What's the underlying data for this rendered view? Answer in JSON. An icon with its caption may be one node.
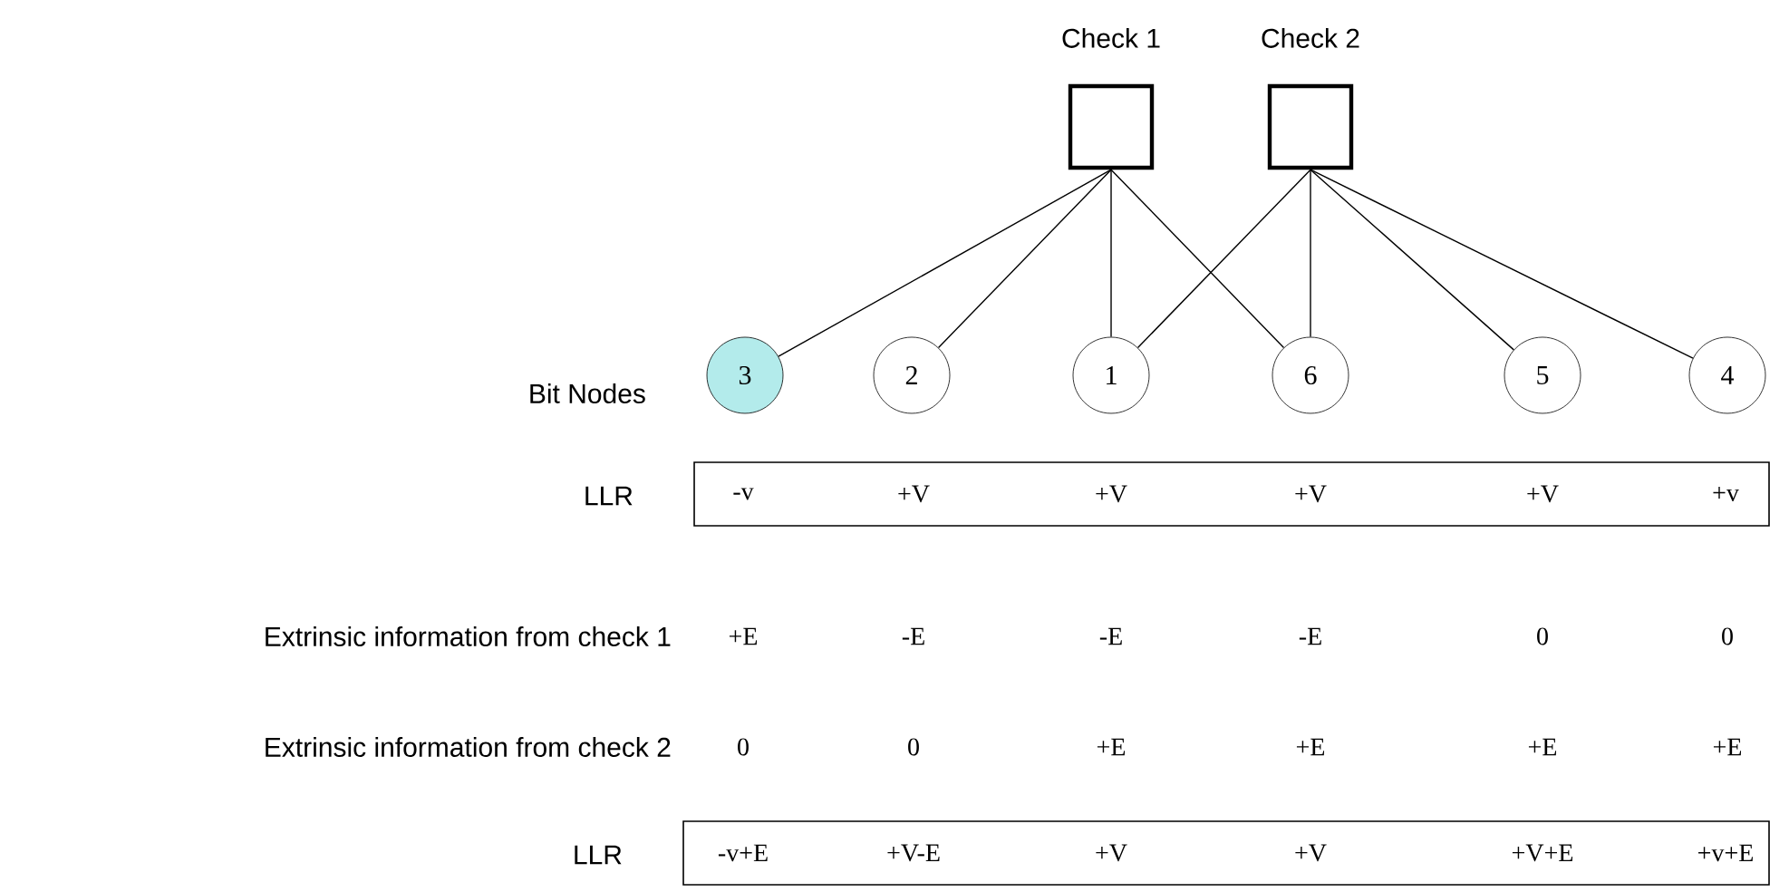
{
  "diagram": {
    "nodes": [
      {
        "text": [
          "Check 1"
        ]
      },
      {
        "text": [
          "Check 2"
        ]
      },
      {
        "text": [
          "3"
        ]
      },
      {
        "text": [
          "2"
        ]
      },
      {
        "text": [
          "1"
        ]
      },
      {
        "text": [
          "6"
        ]
      },
      {
        "text": [
          "5"
        ]
      },
      {
        "text": [
          "4"
        ]
      },
      {
        "text": [
          "-v",
          "+V",
          "+V",
          "+V",
          "+V",
          "+v"
        ],
        "beside": [
          "LLR"
        ]
      },
      {
        "text": [
          "-v+E",
          "+V-E",
          "+V",
          "+V",
          "+V+E",
          "+v+E"
        ],
        "beside": [
          "LLR"
        ]
      }
    ],
    "edges": [
      {
        "from": 0,
        "to": 2,
        "arrow": "none"
      },
      {
        "from": 0,
        "to": 3,
        "arrow": "none"
      },
      {
        "from": 0,
        "to": 4,
        "arrow": "none"
      },
      {
        "from": 0,
        "to": 5,
        "arrow": "none"
      },
      {
        "from": 1,
        "to": 4,
        "arrow": "none"
      },
      {
        "from": 1,
        "to": 5,
        "arrow": "none"
      },
      {
        "from": 1,
        "to": 6,
        "arrow": "none"
      },
      {
        "from": 1,
        "to": 7,
        "arrow": "none"
      }
    ],
    "labels": [
      "Bit Nodes",
      "Extrinsic information from check 1",
      "+E",
      "-E",
      "-E",
      "-E",
      "0",
      "0",
      "Extrinsic information from check 2",
      "0",
      "0",
      "+E",
      "+E",
      "+E",
      "+E"
    ]
  }
}
